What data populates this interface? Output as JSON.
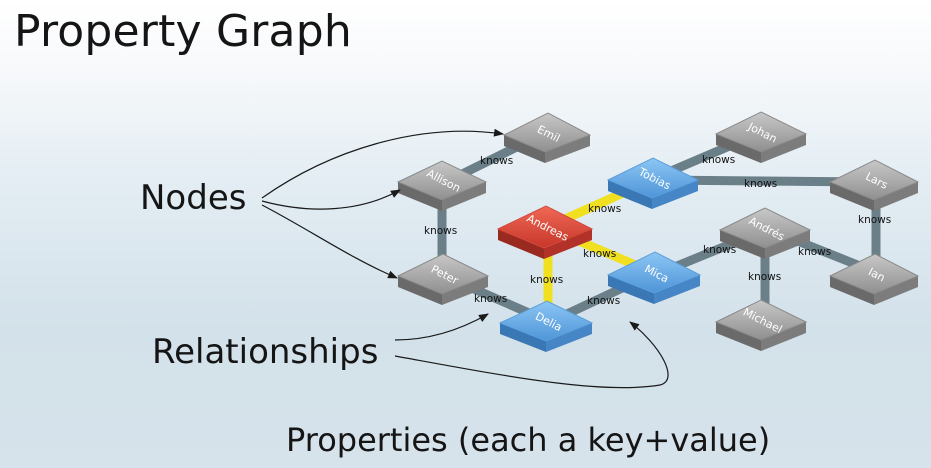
{
  "title": "Property Graph",
  "labels": {
    "nodes": "Nodes",
    "relationships": "Relationships",
    "properties": "Properties (each a key+value)"
  },
  "colors": {
    "gray_node": "#a4a4a4",
    "blue_node": "#6aaee8",
    "red_node": "#e04b3a",
    "edge": "#6b7f89",
    "highlight_edge": "#f0e020"
  },
  "graph": {
    "nodes": [
      {
        "id": "emil",
        "name": "Emil",
        "style": "gray"
      },
      {
        "id": "allison",
        "name": "Allison",
        "style": "gray"
      },
      {
        "id": "peter",
        "name": "Peter",
        "style": "gray"
      },
      {
        "id": "tobias",
        "name": "Tobias",
        "style": "blue"
      },
      {
        "id": "andreas",
        "name": "Andreas",
        "style": "red"
      },
      {
        "id": "delia",
        "name": "Delia",
        "style": "blue"
      },
      {
        "id": "mica",
        "name": "Mica",
        "style": "blue"
      },
      {
        "id": "johan",
        "name": "Johan",
        "style": "gray"
      },
      {
        "id": "lars",
        "name": "Lars",
        "style": "gray"
      },
      {
        "id": "andres",
        "name": "Andrés",
        "style": "gray"
      },
      {
        "id": "ian",
        "name": "Ian",
        "style": "gray"
      },
      {
        "id": "michael",
        "name": "Michael",
        "style": "gray"
      }
    ],
    "edges": [
      {
        "from": "allison",
        "to": "emil",
        "label": "knows",
        "highlight": false
      },
      {
        "from": "allison",
        "to": "peter",
        "label": "knows",
        "highlight": false
      },
      {
        "from": "peter",
        "to": "delia",
        "label": "knows",
        "highlight": false
      },
      {
        "from": "andreas",
        "to": "tobias",
        "label": "knows",
        "highlight": true
      },
      {
        "from": "andreas",
        "to": "mica",
        "label": "knows",
        "highlight": true
      },
      {
        "from": "andreas",
        "to": "delia",
        "label": "knows",
        "highlight": true
      },
      {
        "from": "delia",
        "to": "mica",
        "label": "knows",
        "highlight": false
      },
      {
        "from": "tobias",
        "to": "johan",
        "label": "knows",
        "highlight": false
      },
      {
        "from": "tobias",
        "to": "lars",
        "label": "knows",
        "highlight": false
      },
      {
        "from": "lars",
        "to": "ian",
        "label": "knows",
        "highlight": false
      },
      {
        "from": "mica",
        "to": "andres",
        "label": "knows",
        "highlight": false
      },
      {
        "from": "andres",
        "to": "ian",
        "label": "knows",
        "highlight": false
      },
      {
        "from": "andres",
        "to": "michael",
        "label": "knows",
        "highlight": false
      }
    ]
  }
}
